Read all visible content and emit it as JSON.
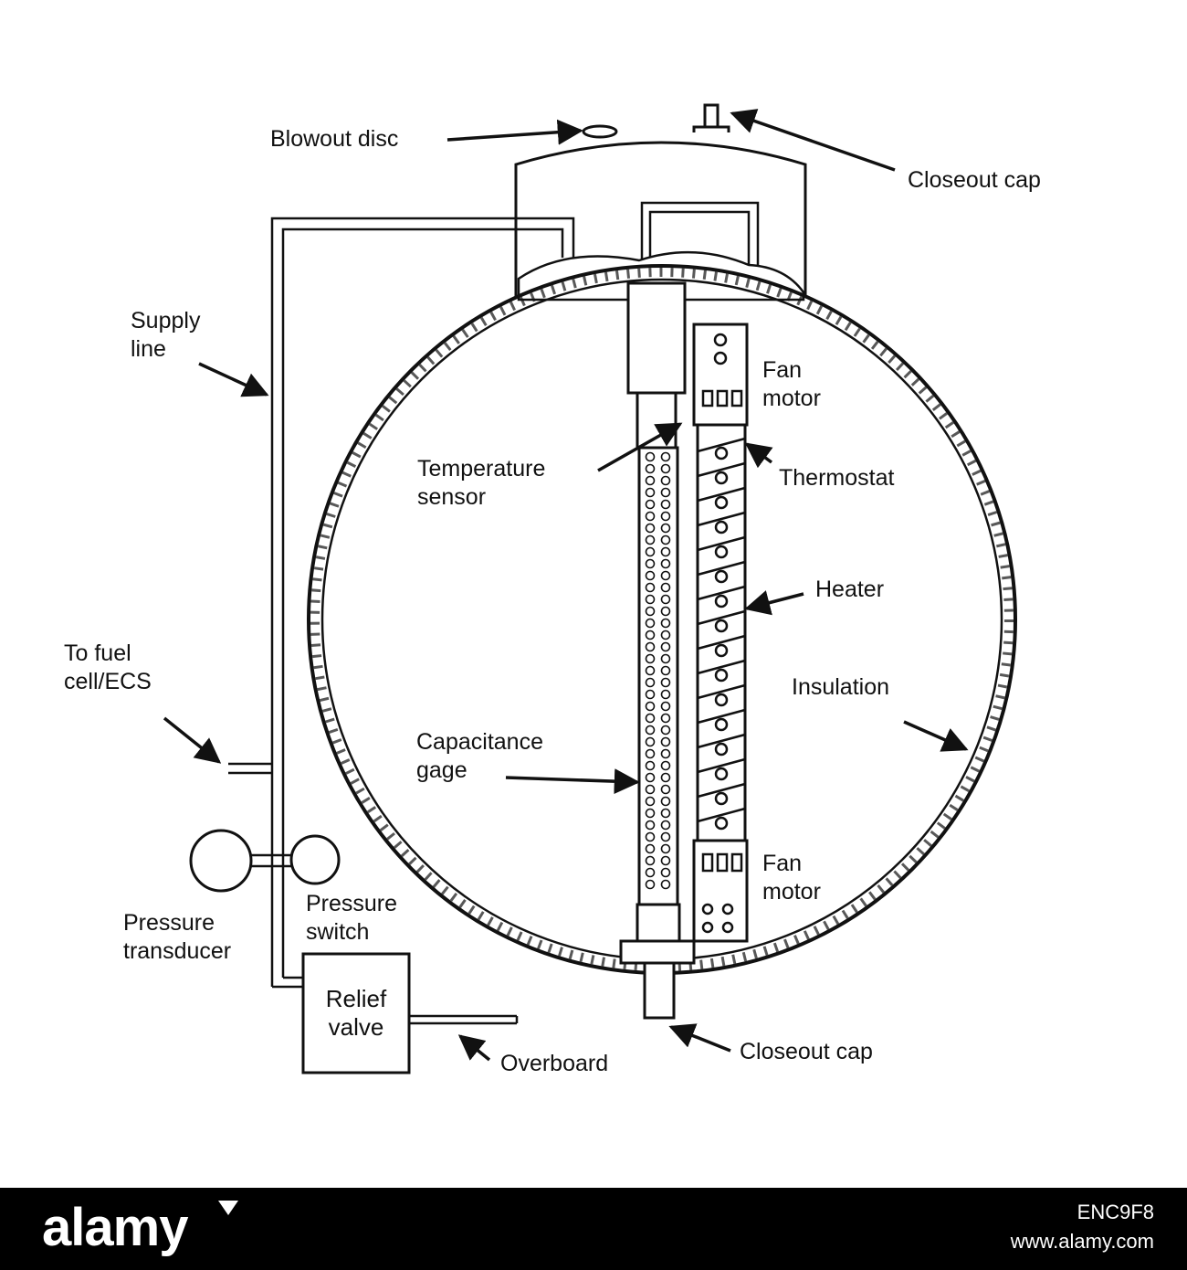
{
  "labels": {
    "blowout_disc": "Blowout disc",
    "closeout_cap_top": "Closeout cap",
    "supply_line": "Supply\nline",
    "fan_motor_top": "Fan\nmotor",
    "temperature_sensor": "Temperature\nsensor",
    "thermostat": "Thermostat",
    "heater": "Heater",
    "insulation": "Insulation",
    "to_fuel_cell": "To fuel\ncell/ECS",
    "capacitance_gage": "Capacitance\ngage",
    "fan_motor_bottom": "Fan\nmotor",
    "pressure_transducer": "Pressure\ntransducer",
    "pressure_switch": "Pressure\nswitch",
    "relief_valve": "Relief\nvalve",
    "overboard": "Overboard",
    "closeout_cap_bottom": "Closeout cap"
  },
  "footer": {
    "brand": "alamy",
    "image_id": "ENC9F8",
    "site": "www.alamy.com"
  }
}
